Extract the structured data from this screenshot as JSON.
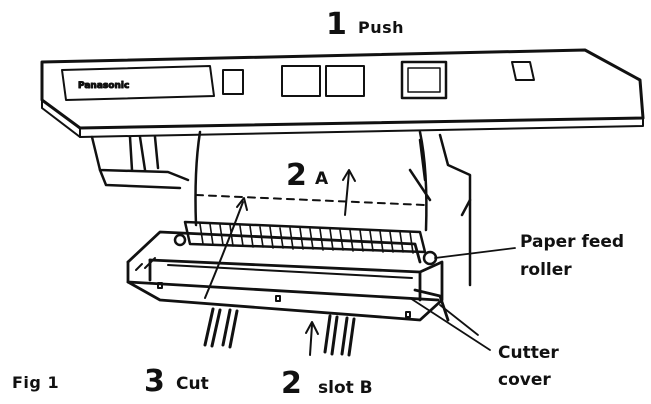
{
  "figure": {
    "caption": "Fig 1",
    "brand": "Panasonic",
    "steps": {
      "step1_number": "1",
      "step1_text": "Push",
      "step2a_number": "2",
      "step2a_text": "A",
      "step2b_number": "2",
      "step2b_text": "slot B",
      "step3_number": "3",
      "step3_text": "Cut"
    },
    "callouts": {
      "paper_feed_roller_line1": "Paper feed",
      "paper_feed_roller_line2": "roller",
      "cutter_cover_line1": "Cutter",
      "cutter_cover_line2": "cover"
    }
  }
}
